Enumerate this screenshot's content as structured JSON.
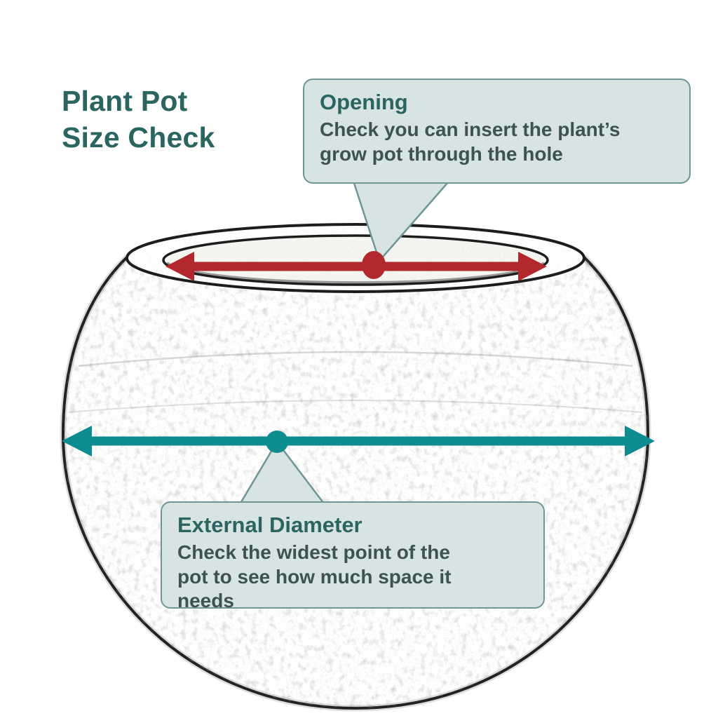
{
  "title": {
    "line1": "Plant Pot",
    "line2": "Size Check"
  },
  "callouts": {
    "opening": {
      "heading": "Opening",
      "body": "Check you can insert the plant’s grow pot through the hole"
    },
    "external_diameter": {
      "heading": "External Diameter",
      "body": "Check the widest point of the pot to see how much space it needs"
    }
  },
  "colors": {
    "background": "#ffffff",
    "title_text": "#2b6561",
    "callout_heading": "#2b6561",
    "callout_body_text": "#3c5350",
    "callout_background": "#d8e3e3",
    "callout_border": "#6f9694",
    "opening_arrow": "#b2282c",
    "diameter_arrow": "#0d8d90",
    "sketch_line": "#1c1c1c"
  }
}
